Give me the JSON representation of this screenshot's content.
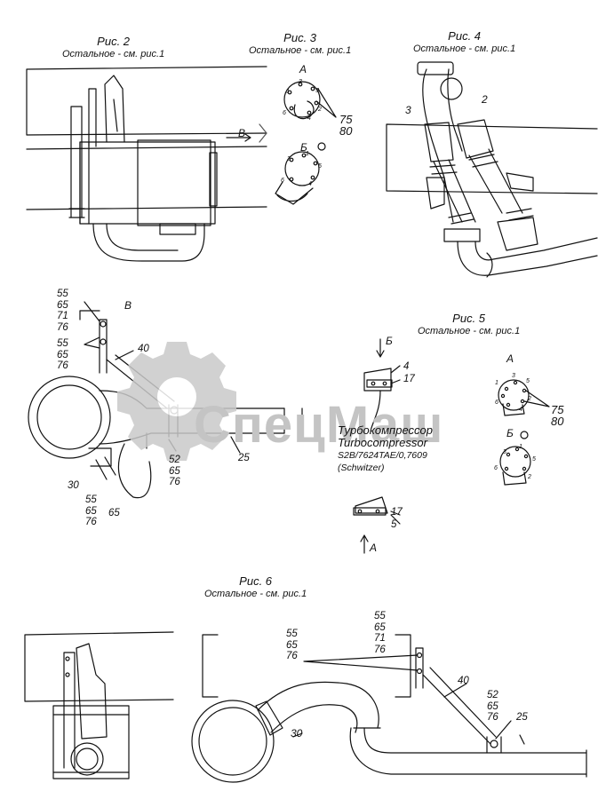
{
  "watermark": {
    "text": "СпецМаш",
    "gear_icon": "gear-icon"
  },
  "figures": {
    "fig2": {
      "title": "Рис. 2",
      "subtitle": "Остальное - см. рис.1",
      "view_label": "В"
    },
    "fig3": {
      "title": "Рис. 3",
      "subtitle": "Остальное - см. рис.1",
      "view_a": "А",
      "view_b": "Б",
      "parts": [
        "75",
        "80"
      ],
      "bolts_a": [
        "1",
        "2",
        "3",
        "4",
        "5",
        "6"
      ],
      "bolts_b": [
        "1",
        "3",
        "4",
        "5",
        "6"
      ]
    },
    "fig4": {
      "title": "Рис. 4",
      "subtitle": "Остальное - см. рис.1",
      "part_left": "3",
      "part_right": "2"
    },
    "fig5": {
      "title": "Рис. 5",
      "subtitle": "Остальное - см. рис.1",
      "view_a": "А",
      "view_b": "Б",
      "parts_right": [
        "75",
        "80"
      ],
      "parts_top": [
        "4",
        "17"
      ],
      "parts_bottom": [
        "17",
        "5"
      ],
      "bolts_a": [
        "1",
        "2",
        "3",
        "4",
        "5",
        "6"
      ],
      "bolts_b": [
        "1",
        "2",
        "3",
        "5",
        "6"
      ]
    },
    "fig6": {
      "title": "Рис. 6",
      "subtitle": "Остальное - см. рис.1"
    }
  },
  "section_b": {
    "view_label": "В",
    "group_top": [
      "55",
      "65",
      "71",
      "76"
    ],
    "group_mid": [
      "55",
      "65",
      "76"
    ],
    "bracket": "40",
    "pipe": "25",
    "group_right": [
      "52",
      "65",
      "76"
    ],
    "clamp": "30",
    "group_low": [
      "55",
      "65",
      "76"
    ],
    "bolt": "65"
  },
  "turbo": {
    "line1": "Турбокомпрессор",
    "line2": "Turbocompressor",
    "line3": "S2B/7624TAE/0,7609",
    "line4": "(Schwitzer)"
  },
  "fig6_labels": {
    "group_left": [
      "55",
      "65",
      "76"
    ],
    "group_top": [
      "55",
      "65",
      "71",
      "76"
    ],
    "bracket": "40",
    "group_right": [
      "52",
      "65",
      "76"
    ],
    "pipe": "25",
    "clamp": "30"
  }
}
